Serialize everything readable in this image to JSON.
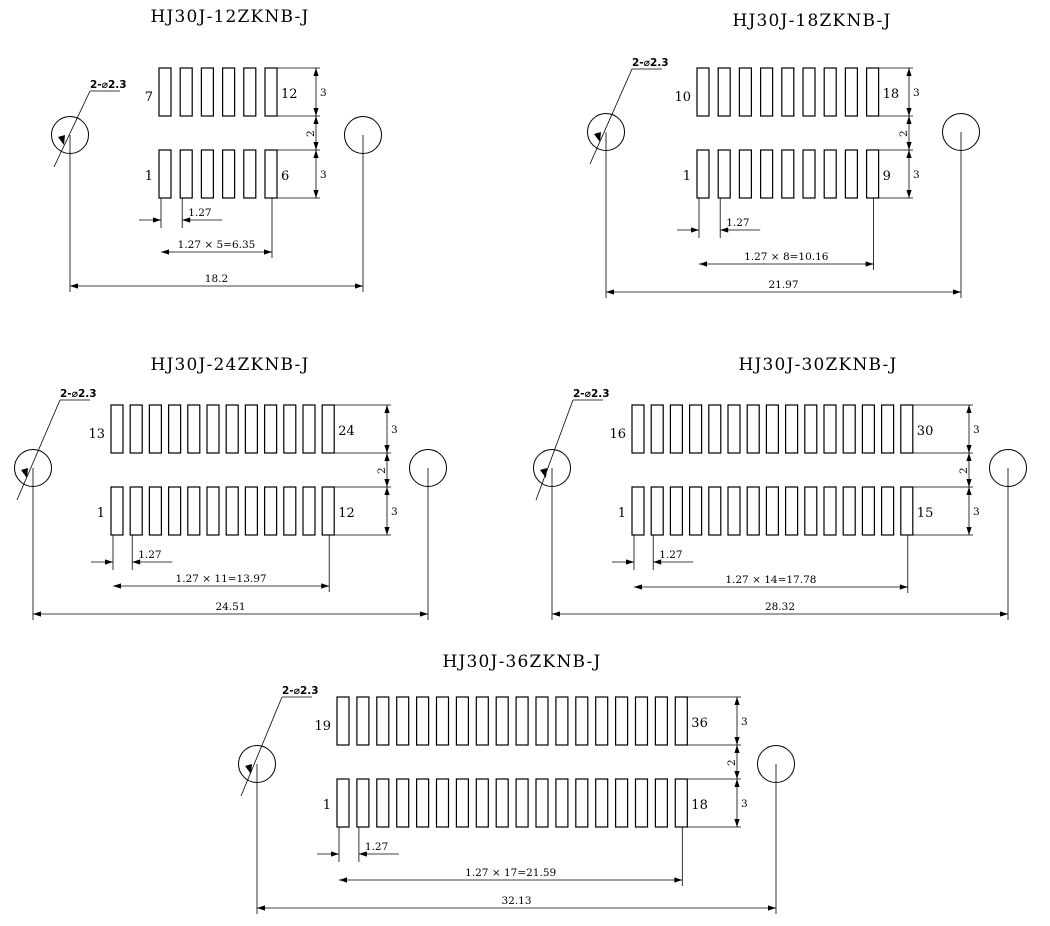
{
  "connectors": [
    {
      "title": "HJ30J-12ZKNB-J",
      "top_first_label": "7",
      "top_last_label": "12",
      "bottom_first_label": "1",
      "bottom_last_label": "6",
      "pitch_label": "1.27",
      "span_label": "1.27 × 5=6.35",
      "overall_label": "18.2",
      "hole_label": "2-⌀2.3",
      "row_height_label": "3",
      "row_gap_label": "2"
    },
    {
      "title": "HJ30J-18ZKNB-J",
      "top_first_label": "10",
      "top_last_label": "18",
      "bottom_first_label": "1",
      "bottom_last_label": "9",
      "pitch_label": "1.27",
      "span_label": "1.27 × 8=10.16",
      "overall_label": "21.97",
      "hole_label": "2-⌀2.3",
      "row_height_label": "3",
      "row_gap_label": "2"
    },
    {
      "title": "HJ30J-24ZKNB-J",
      "top_first_label": "13",
      "top_last_label": "24",
      "bottom_first_label": "1",
      "bottom_last_label": "12",
      "pitch_label": "1.27",
      "span_label": "1.27 × 11=13.97",
      "overall_label": "24.51",
      "hole_label": "2-⌀2.3",
      "row_height_label": "3",
      "row_gap_label": "2"
    },
    {
      "title": "HJ30J-30ZKNB-J",
      "top_first_label": "16",
      "top_last_label": "30",
      "bottom_first_label": "1",
      "bottom_last_label": "15",
      "pitch_label": "1.27",
      "span_label": "1.27 × 14=17.78",
      "overall_label": "28.32",
      "hole_label": "2-⌀2.3",
      "row_height_label": "3",
      "row_gap_label": "2"
    },
    {
      "title": "HJ30J-36ZKNB-J",
      "top_first_label": "19",
      "top_last_label": "36",
      "bottom_first_label": "1",
      "bottom_last_label": "18",
      "pitch_label": "1.27",
      "span_label": "1.27 × 17=21.59",
      "overall_label": "32.13",
      "hole_label": "2-⌀2.3",
      "row_height_label": "3",
      "row_gap_label": "2"
    }
  ]
}
